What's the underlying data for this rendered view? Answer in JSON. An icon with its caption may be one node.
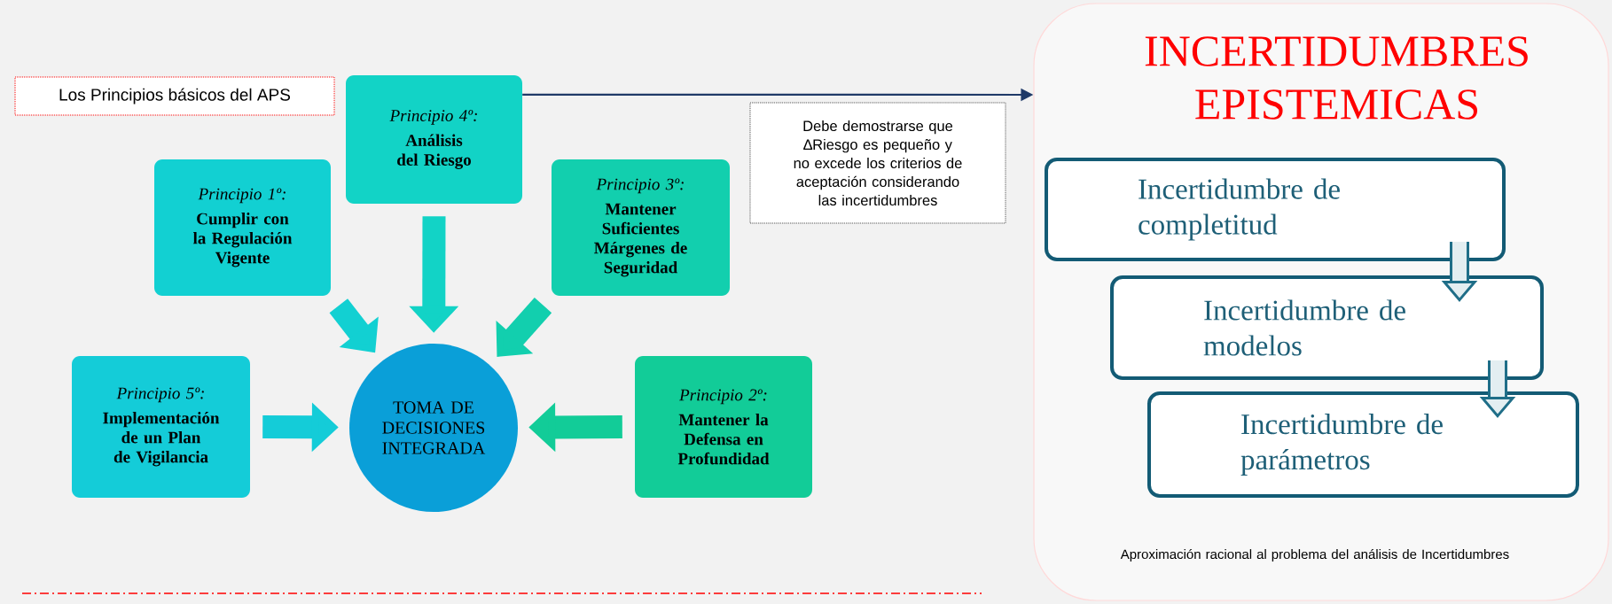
{
  "diagram": {
    "nodes": [
      {
        "text": [
          "Los Principios básicos del APS"
        ]
      },
      {
        "text": [
          "Principio 4º:",
          "Análisis del Riesgo"
        ]
      },
      {
        "text": [
          "Principio 1º:",
          "Cumplir con la Regulación Vigente"
        ]
      },
      {
        "text": [
          "Principio 3º:",
          "Mantener Suficientes Márgenes de Seguridad"
        ]
      },
      {
        "text": [
          "Principio 5º:",
          "Implementación de un Plan de Vigilancia"
        ]
      },
      {
        "text": [
          "TOMA DE DECISIONES INTEGRADA"
        ]
      },
      {
        "text": [
          "Principio 2º:",
          "Mantener la Defensa en Profundidad"
        ]
      },
      {
        "text": [
          "Debe demostrarse que ∆Riesgo es pequeño y no excede los criterios de aceptación considerando las incertidumbres"
        ]
      },
      {
        "text": [
          "INCERTIDUMBRES EPISTEMICAS",
          "Aproximación racional al problema del análisis de Incertidumbres"
        ]
      },
      {
        "text": [
          "Incertidumbre de completitud"
        ],
        "in": 8
      },
      {
        "text": [
          "Incertidumbre de modelos"
        ],
        "in": 8
      },
      {
        "text": [
          "Incertidumbre de parámetros"
        ],
        "in": 8
      }
    ],
    "edges": [
      {
        "from": 2,
        "to": 5,
        "arrow": "to",
        "color": "#12d0d2"
      },
      {
        "from": 1,
        "to": 5,
        "arrow": "to",
        "color": "#12d3c6"
      },
      {
        "from": 3,
        "to": 5,
        "arrow": "to",
        "color": "#12cfae"
      },
      {
        "from": 4,
        "to": 5,
        "arrow": "to",
        "color": "#14ccd8"
      },
      {
        "from": 6,
        "to": 5,
        "arrow": "to",
        "color": "#12cc98"
      },
      {
        "from": 1,
        "to": 8,
        "arrow": "to",
        "color": "#1f3a68"
      },
      {
        "from": 9,
        "to": 10,
        "arrow": "to"
      },
      {
        "from": 10,
        "to": 11,
        "arrow": "to"
      }
    ]
  }
}
